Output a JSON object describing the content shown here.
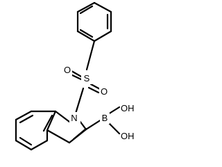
{
  "molecule": {
    "atoms": {
      "sulfur": "S",
      "oxygen_top": "O",
      "oxygen_right": "O",
      "nitrogen": "N",
      "boron": "B",
      "hydroxyl_top": "OH",
      "hydroxyl_bottom": "OH"
    }
  }
}
